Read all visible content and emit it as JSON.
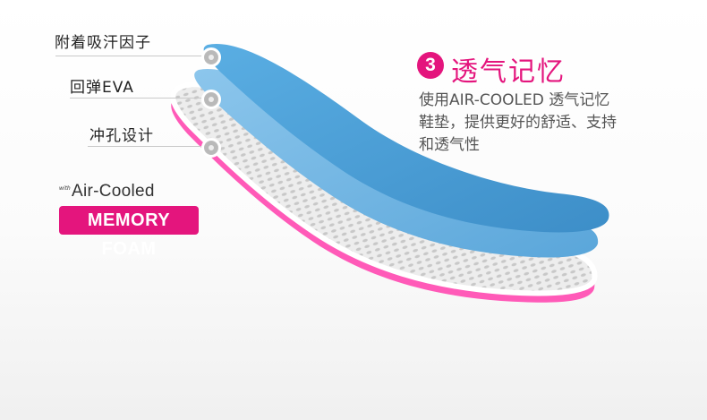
{
  "layers": {
    "labels": [
      "附着吸汗因子",
      "回弹EVA",
      "冲孔设计"
    ]
  },
  "brand": {
    "with_text": "with",
    "air_cooled": "Air-Cooled",
    "memory_foam": "MEMORY FOAM"
  },
  "feature": {
    "number": "3",
    "title": "透气记忆",
    "description_lines": [
      "使用AIR-COOLED 透气记忆",
      "鞋垫，提供更好的舒适、支持",
      "和透气性"
    ]
  },
  "colors": {
    "accent_pink": "#e4157d",
    "foam_blue": "#4a9fd6",
    "base_white": "#f4f4f4"
  }
}
